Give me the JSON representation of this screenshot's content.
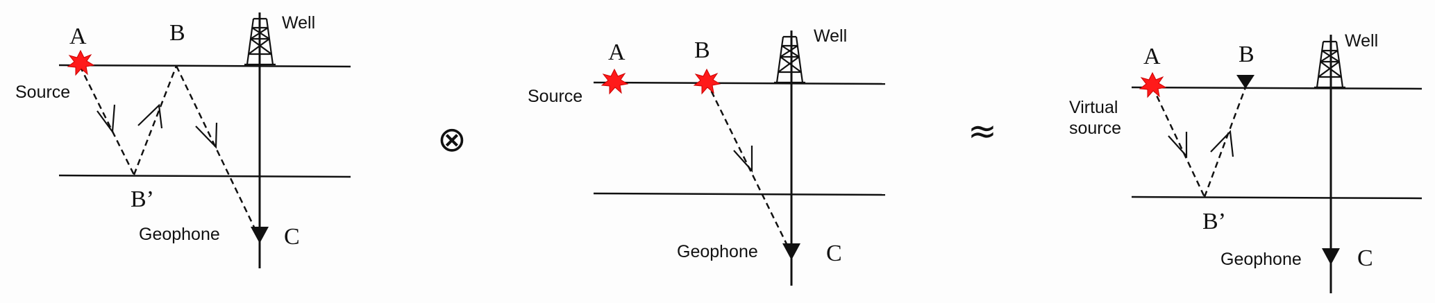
{
  "colors": {
    "line": "#111111",
    "source_star": "#ff1a1a",
    "background": "#fdfdfd"
  },
  "panels": [
    {
      "label_a": "A",
      "label_b": "B",
      "label_b_prime": "B’",
      "label_c": "C",
      "label_source": "Source",
      "label_geophone": "Geophone",
      "label_well": "Well"
    },
    {
      "label_a": "A",
      "label_b": "B",
      "label_c": "C",
      "label_source": "Source",
      "label_geophone": "Geophone",
      "label_well": "Well"
    },
    {
      "label_a": "A",
      "label_b": "B",
      "label_b_prime": "B’",
      "label_c": "C",
      "label_source_line1": "Virtual",
      "label_source_line2": "source",
      "label_geophone": "Geophone",
      "label_well": "Well"
    }
  ],
  "operators": {
    "correlation": "⊗",
    "approx": "≈"
  }
}
